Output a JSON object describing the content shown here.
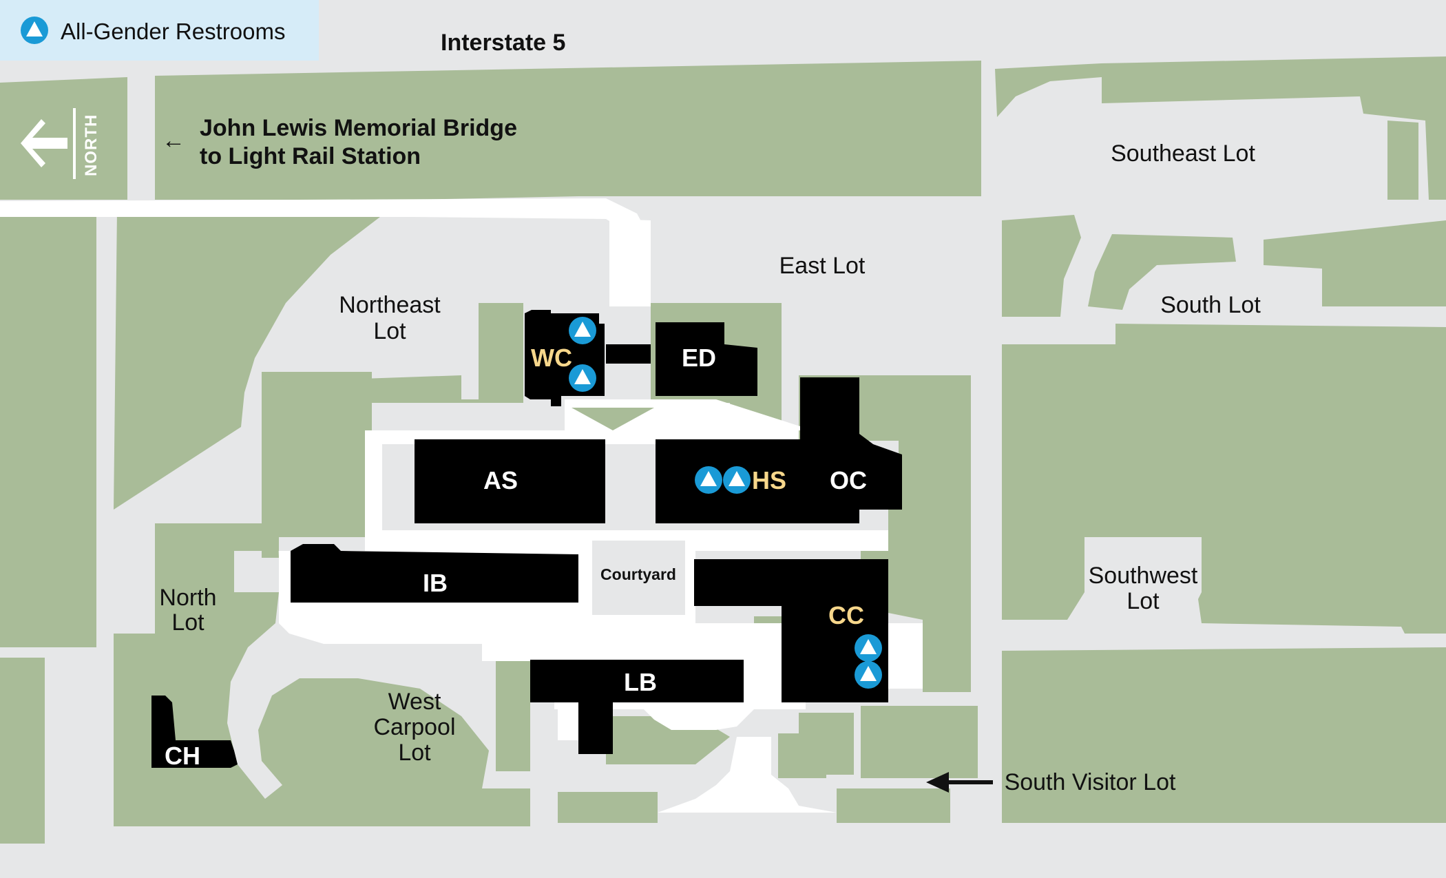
{
  "legend": {
    "icon": "all-gender-restroom-icon",
    "label": "All-Gender Restrooms"
  },
  "north_arrow": {
    "label": "NORTH"
  },
  "roads": {
    "interstate": "Interstate 5",
    "bridge_line1": "John Lewis Memorial Bridge",
    "bridge_line2": "to Light Rail Station"
  },
  "lots": {
    "southeast": "Southeast Lot",
    "east": "East Lot",
    "south": "South Lot",
    "northeast_line1": "Northeast",
    "northeast_line2": "Lot",
    "north_line1": "North",
    "north_line2": "Lot",
    "southwest_line1": "Southwest",
    "southwest_line2": "Lot",
    "west_carpool_line1": "West",
    "west_carpool_line2": "Carpool",
    "west_carpool_line3": "Lot",
    "south_visitor": "South Visitor Lot"
  },
  "buildings": {
    "wc": "WC",
    "ed": "ED",
    "as": "AS",
    "hs": "HS",
    "oc": "OC",
    "ib": "IB",
    "cc": "CC",
    "lb": "LB",
    "ch": "CH"
  },
  "courtyard": "Courtyard",
  "colors": {
    "green": "#a9bc98",
    "pavement": "#e6e7e8",
    "building": "#000000",
    "accent_yellow": "#f7d78b",
    "restroom_blue": "#1a9ad6",
    "legend_bg": "#d6ecf8"
  }
}
